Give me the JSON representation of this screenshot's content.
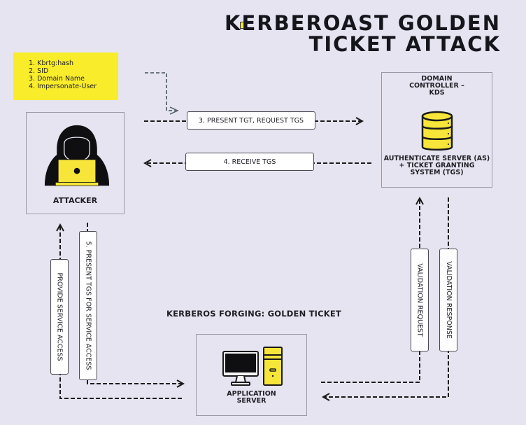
{
  "title": {
    "line1": "KERBEROAST GOLDEN",
    "line2": "TICKET ATTACK"
  },
  "note": {
    "items": [
      "1. Kbrtg:hash",
      "2. SID",
      "3. Domain Name",
      "4. Impersonate-User"
    ]
  },
  "nodes": {
    "attacker": {
      "label": "ATTACKER",
      "icon": "hooded-hacker-laptop-icon"
    },
    "domain_controller": {
      "title_lines": [
        "DOMAIN",
        "CONTROLLER –",
        "KDS"
      ],
      "icon": "database-icon",
      "desc_lines": [
        "AUTHENTICATE SERVER (AS)",
        "+ TICKET GRANTING",
        "SYSTEM (TGS)"
      ]
    },
    "app_server": {
      "label_lines": [
        "APPLICATION",
        "SERVER"
      ],
      "icon": "desktop-computer-icon"
    }
  },
  "flows": {
    "present_tgt": "3. PRESENT TGT, REQUEST TGS",
    "receive_tgs": "4. RECEIVE TGS",
    "present_tgs": "5. PRESENT TGS FOR SERVICE ACCESS",
    "provide_access": "PROVIDE SERVICE ACCESS",
    "validation_request": "VALIDATION REQUEST",
    "validation_response": "VALIDATION RESPONSE"
  },
  "section_heading": "KERBEROS FORGING: GOLDEN TICKET",
  "colors": {
    "background": "#e6e4f0",
    "accent_yellow": "#f9ec2a",
    "dark": "#15151c"
  }
}
